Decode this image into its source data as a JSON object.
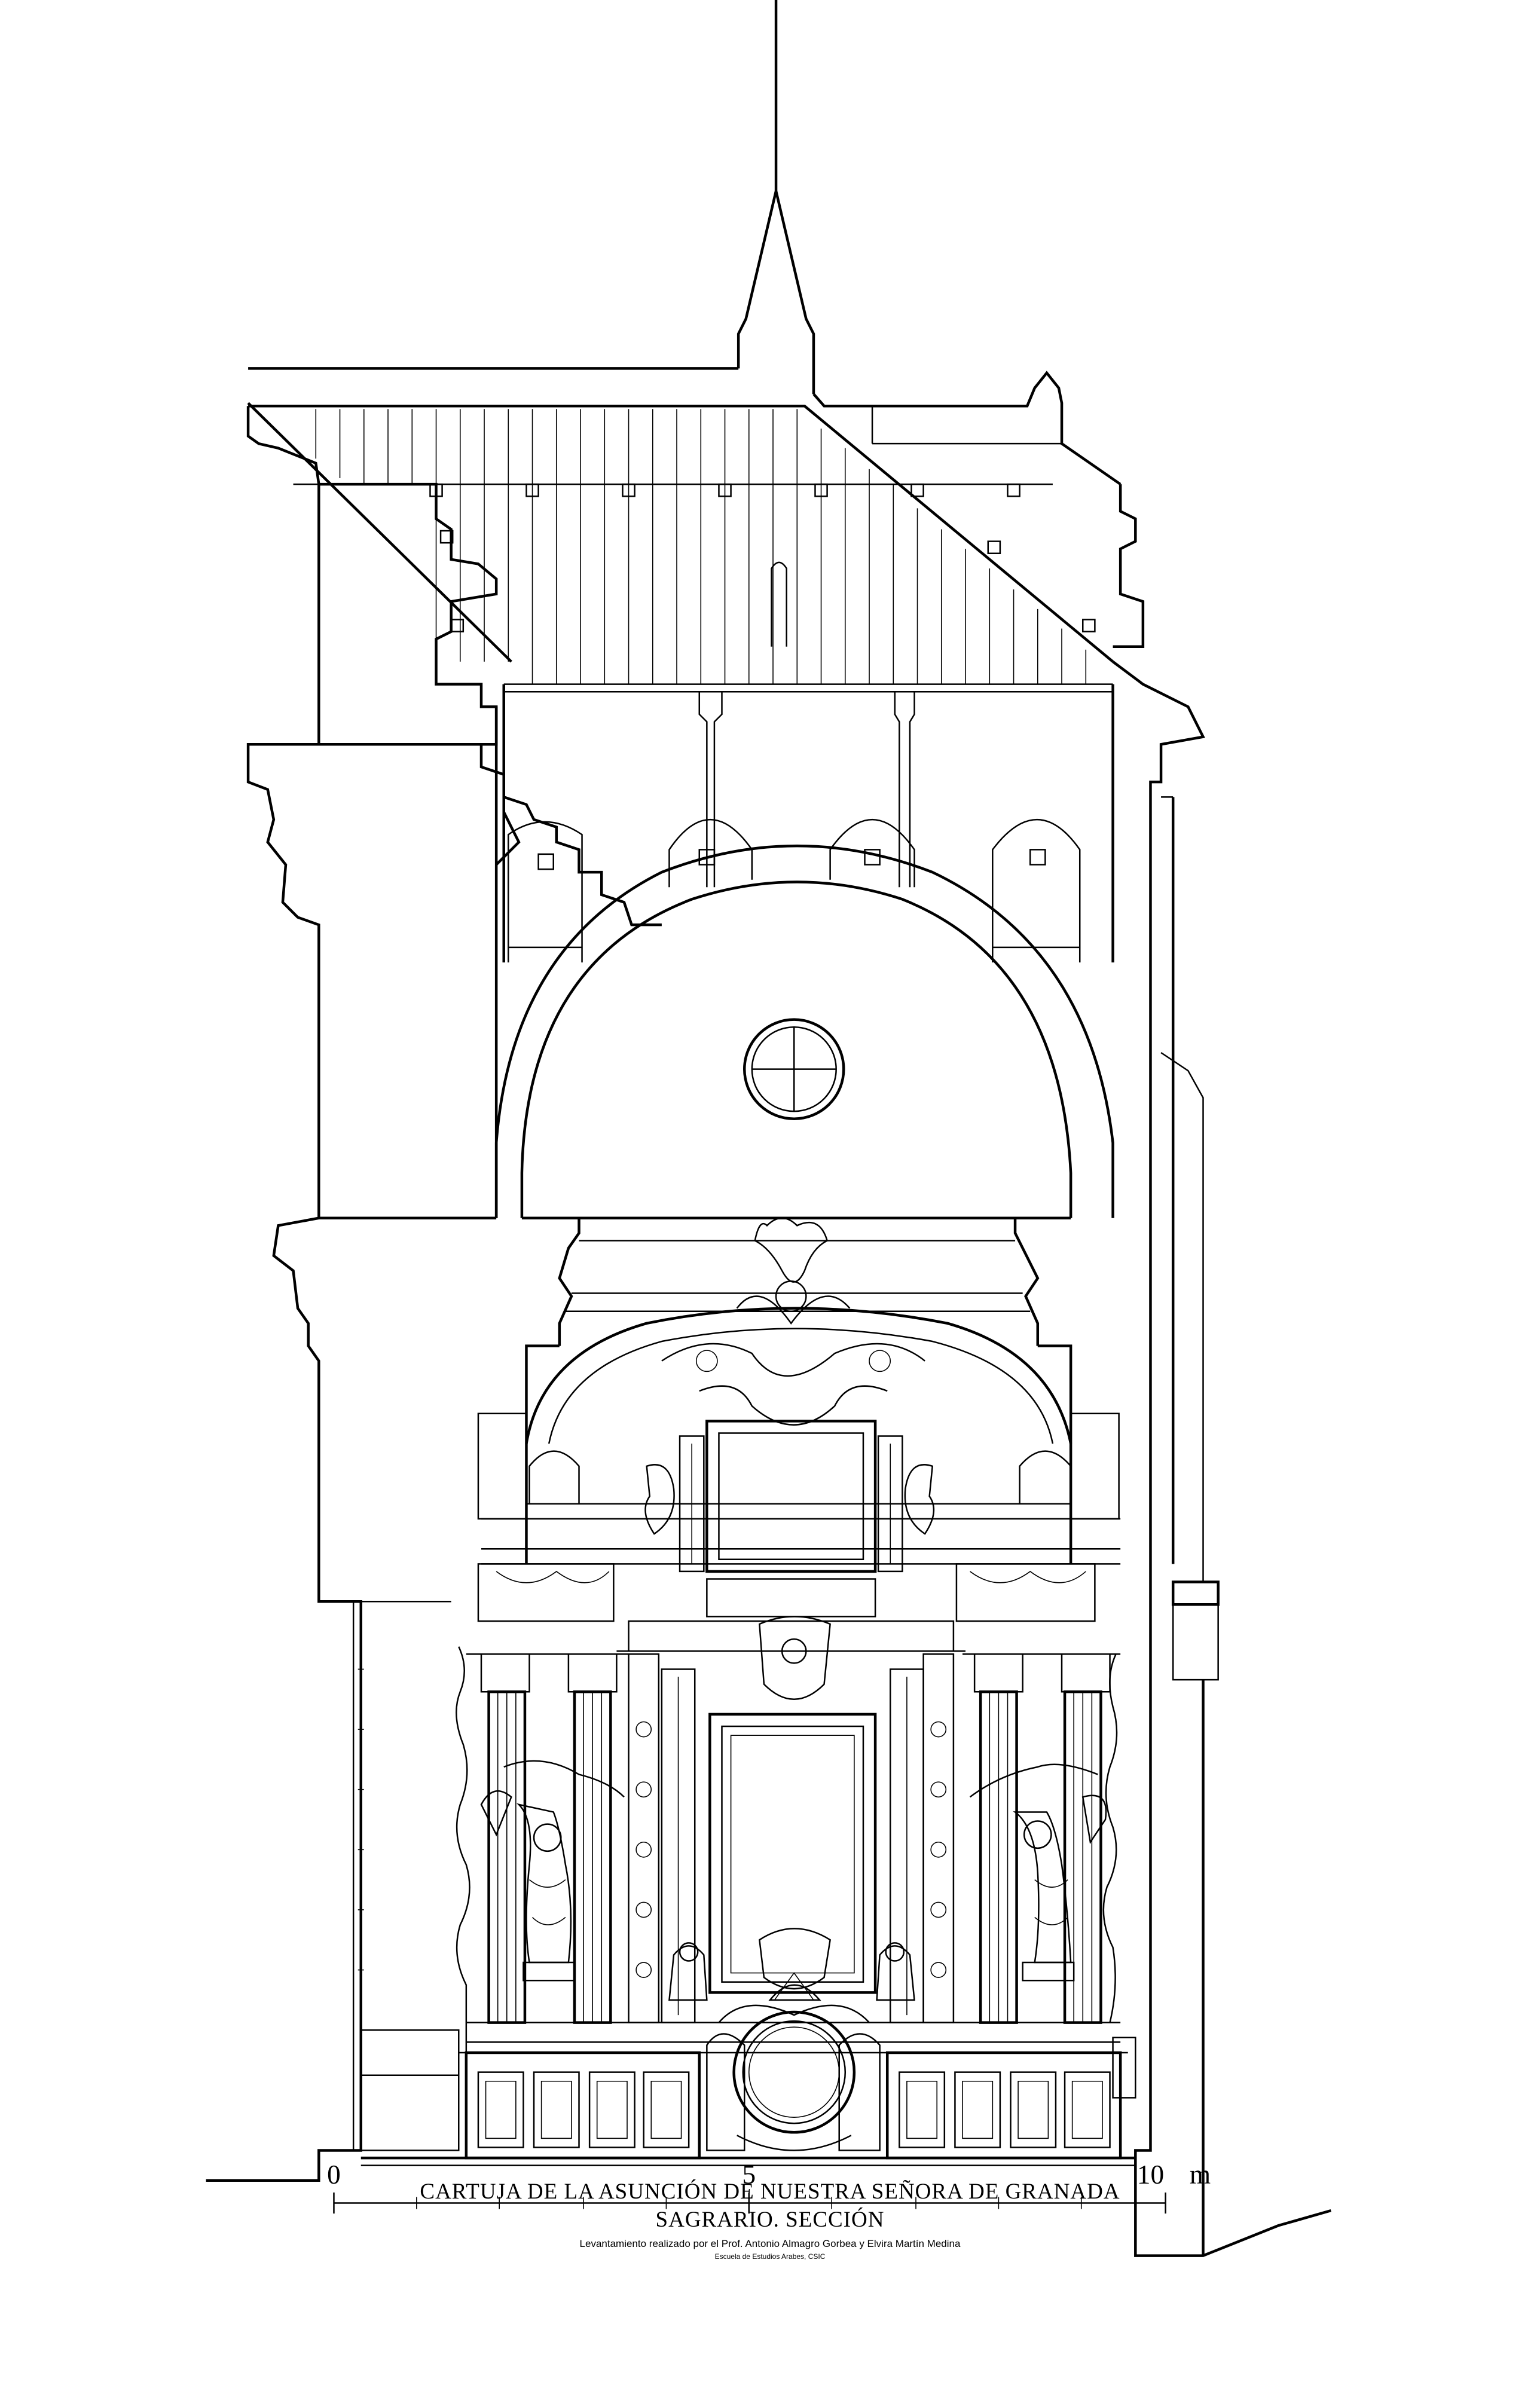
{
  "scale_bar": {
    "label_start": "0",
    "label_mid": "5",
    "label_end": "10",
    "unit": "m"
  },
  "title": {
    "line1": "CARTUJA DE LA ASUNCIÓN DE NUESTRA SEÑORA DE GRANADA",
    "line2": "SAGRARIO. SECCIÓN",
    "credit": "Levantamiento realizado por el Prof. Antonio Almagro Gorbea y Elvira Martín Medina",
    "institution": "Escuela de Estudios Arabes, CSIC"
  },
  "colors": {
    "line": "#000000",
    "background": "#ffffff"
  }
}
